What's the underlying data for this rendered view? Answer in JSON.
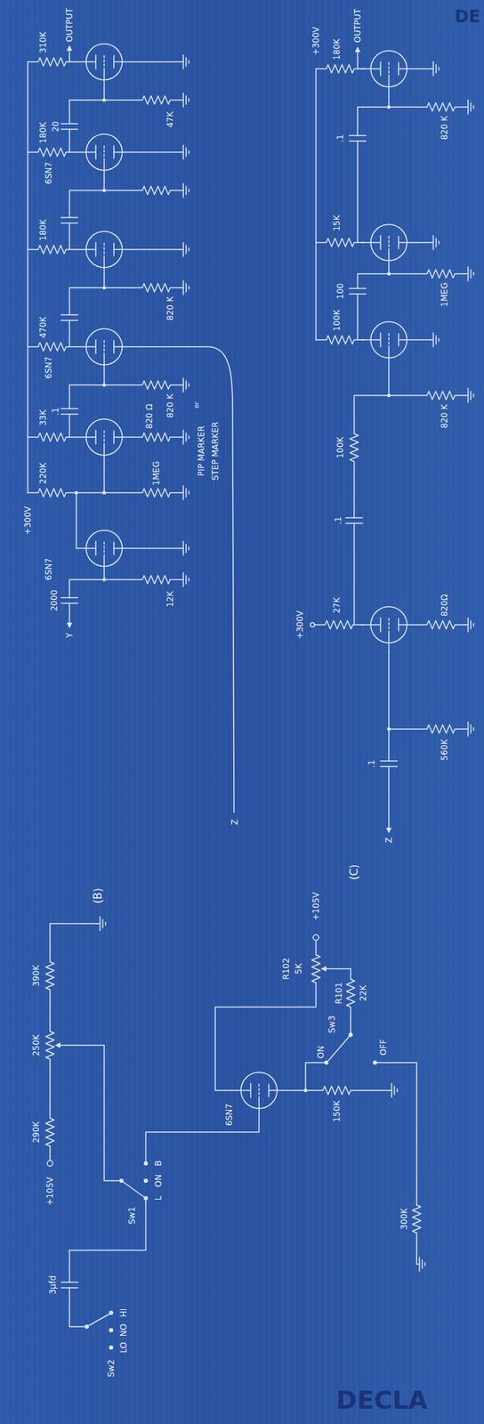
{
  "diagram": {
    "labels": [
      "DE",
      "+300V",
      "310K",
      "OUTPUT",
      "180K",
      "6SN7",
      "20",
      "47K",
      "180K",
      "820 K",
      "6SN7",
      "470K",
      "820 K",
      ".1",
      "33K",
      "820 Ω",
      "220K",
      "1MEG",
      "6SN7",
      "2000",
      "Y",
      "12K",
      "PIP MARKER",
      "or",
      "STEP MARKER",
      "Z",
      "+300V",
      "180K",
      "OUTPUT",
      ".1",
      "820 K",
      "15K",
      "100",
      "1MEG",
      "100K",
      "100K",
      "820 K",
      ".1",
      "+300V",
      "27K",
      "820Ω",
      ".1",
      "560K",
      "Z",
      "(C)",
      "(B)",
      "+105V",
      "R102",
      "5K",
      "R101",
      "22K",
      "Sw3",
      "ON",
      "OFF",
      "150K",
      "6SN7",
      "300K",
      "390K",
      "250K",
      "290K",
      "+105V",
      "L",
      "ON",
      "B",
      "Sw1",
      "3μfd",
      "HI",
      "NO",
      "LO",
      "Sw2",
      "DECLA"
    ]
  }
}
